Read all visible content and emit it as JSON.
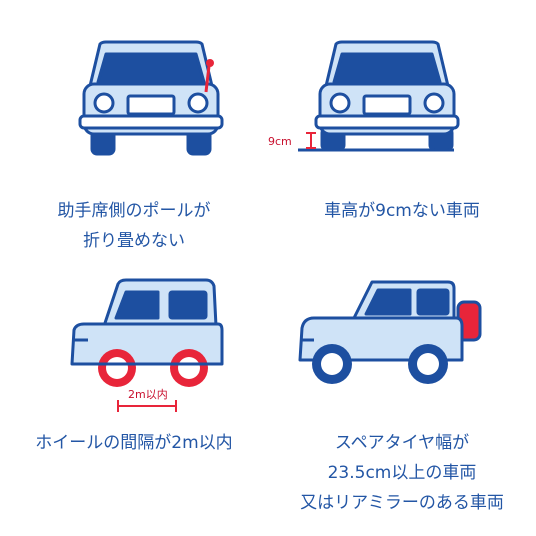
{
  "panels": [
    {
      "id": "pole",
      "caption_lines": [
        "助手席側のポールが",
        "折り畳めない"
      ]
    },
    {
      "id": "height",
      "caption_lines": [
        "車高が9cmない車両"
      ],
      "measure_label": "9cm"
    },
    {
      "id": "wheel",
      "caption_lines": [
        "ホイールの間隔が2m以内"
      ],
      "measure_label": "2m以内"
    },
    {
      "id": "spare",
      "caption_lines": [
        "スペアタイヤ幅が",
        "23.5cm以上の車両",
        "又はリアミラーのある車両"
      ]
    }
  ],
  "colors": {
    "outline": "#1d4fa0",
    "body_fill": "#cfe3f7",
    "glass": "#1d4fa0",
    "highlight": "#e8253a",
    "caption": "#2356a5"
  }
}
